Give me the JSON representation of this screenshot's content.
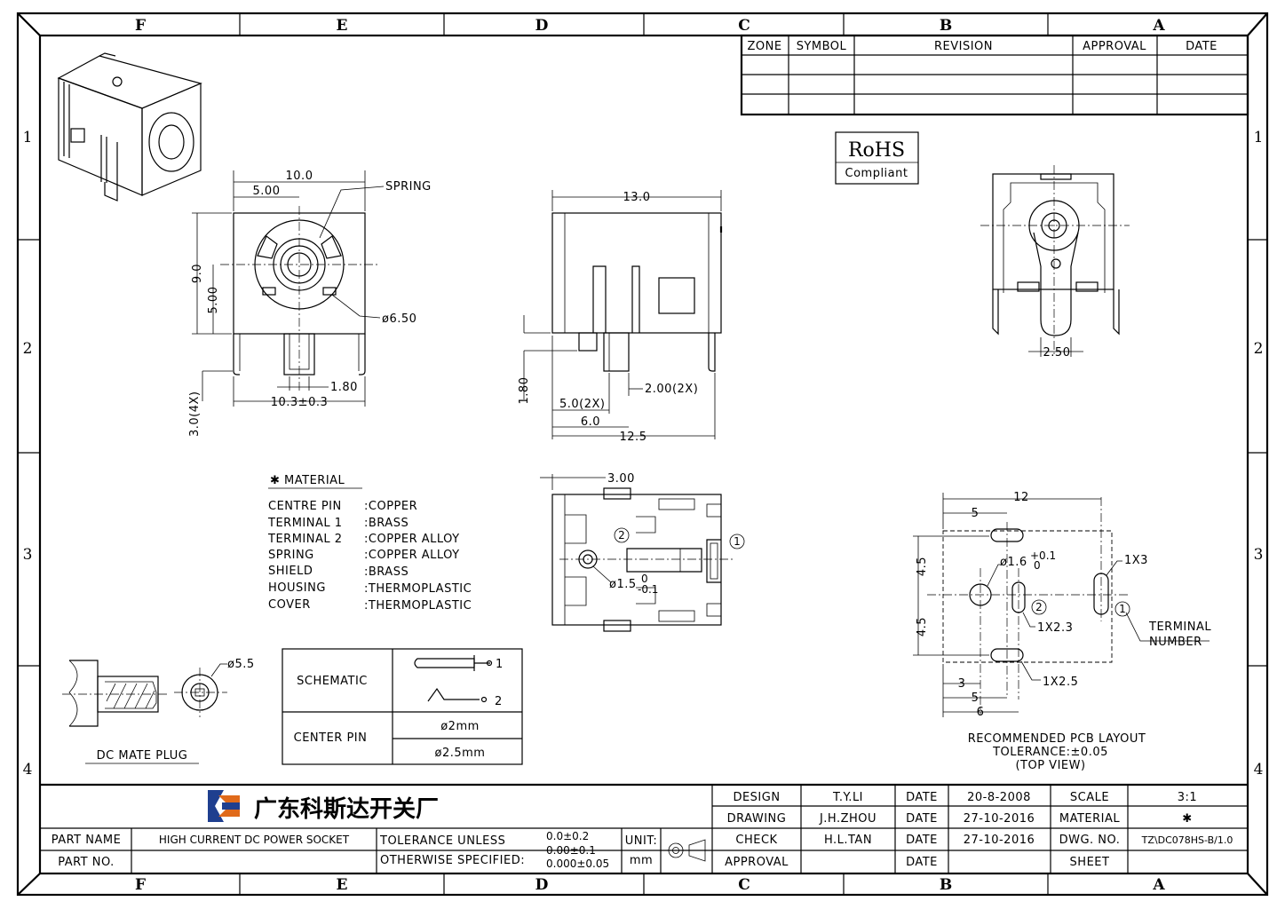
{
  "frame": {
    "zones_h": [
      "F",
      "E",
      "D",
      "C",
      "B",
      "A"
    ],
    "zones_v": [
      "1",
      "2",
      "3",
      "4"
    ]
  },
  "revision_table": {
    "headers": [
      "ZONE",
      "SYMBOL",
      "REVISION",
      "APPROVAL",
      "DATE"
    ]
  },
  "rohs": {
    "title": "RoHS",
    "subtitle": "Compliant"
  },
  "front_view": {
    "dim_width": "10.0",
    "dim_half_width": "5.00",
    "dim_height": "9.0",
    "dim_half_height": "5.00",
    "spring_label": "SPRING",
    "dia_label": "ø6.50",
    "pin_dim": "1.80",
    "bottom_dim": "10.3±0.3",
    "side_dim": "3.0(4X)"
  },
  "side_view": {
    "dim_top": "13.0",
    "dim_1_80": "1.80",
    "dim_2x": "2.00(2X)",
    "dim_5x": "5.0(2X)",
    "dim_6": "6.0",
    "dim_12_5": "12.5"
  },
  "rear_view": {
    "dim": "2.50"
  },
  "bottom_view": {
    "dim_top": "3.00",
    "hole_label": "ø1.5",
    "tol_upper": "0",
    "tol_lower": "-0.1",
    "marker_1": "1",
    "marker_2": "2"
  },
  "material": {
    "title": "✱ MATERIAL",
    "items": [
      {
        "part": "CENTRE PIN",
        "value": ":COPPER"
      },
      {
        "part": "TERMINAL 1",
        "value": ":BRASS"
      },
      {
        "part": "TERMINAL 2",
        "value": ":COPPER ALLOY"
      },
      {
        "part": "SPRING",
        "value": ":COPPER ALLOY"
      },
      {
        "part": "SHIELD",
        "value": ":BRASS"
      },
      {
        "part": "HOUSING",
        "value": ":THERMOPLASTIC"
      },
      {
        "part": "COVER",
        "value": ":THERMOPLASTIC"
      }
    ]
  },
  "mate_plug": {
    "label": "DC MATE PLUG",
    "dia": "ø5.5"
  },
  "schematic_table": {
    "row1_label": "SCHEMATIC",
    "pin1": "1",
    "pin2": "2",
    "row2_label": "CENTER PIN",
    "opt1": "ø2mm",
    "opt2": "ø2.5mm"
  },
  "pcb": {
    "dim_12": "12",
    "dim_5_top": "5",
    "dim_4_5a": "4.5",
    "dim_4_5b": "4.5",
    "dia_label": "ø1.6",
    "dia_tol_upper": "+0.1",
    "dia_tol_lower": "0",
    "slot_1x3": "1X3",
    "slot_1x2_3": "1X2.3",
    "slot_1x2_5": "1X2.5",
    "dim_3": "3",
    "dim_5_bot": "5",
    "dim_6": "6",
    "terminal_label_1": "TERMINAL",
    "terminal_label_2": "NUMBER",
    "marker_1": "1",
    "marker_2": "2",
    "caption_1": "RECOMMENDED PCB LAYOUT",
    "caption_2": "TOLERANCE:±0.05",
    "caption_3": "(TOP VIEW)"
  },
  "title_block": {
    "company": "广东科斯达开关厂",
    "part_name_label": "PART NAME",
    "part_name": "HIGH CURRENT DC POWER SOCKET",
    "part_no_label": "PART NO.",
    "part_no": "",
    "tol_label_1": "TOLERANCE UNLESS",
    "tol_label_2": "OTHERWISE SPECIFIED:",
    "tol_1": "0.0±0.2",
    "tol_2": "0.00±0.1",
    "tol_3": "0.000±0.05",
    "unit_label": "UNIT:",
    "unit": "mm",
    "design_label": "DESIGN",
    "design_by": "T.Y.LI",
    "design_date_label": "DATE",
    "design_date": "20-8-2008",
    "drawing_label": "DRAWING",
    "drawing_by": "J.H.ZHOU",
    "drawing_date_label": "DATE",
    "drawing_date": "27-10-2016",
    "check_label": "CHECK",
    "check_by": "H.L.TAN",
    "check_date_label": "DATE",
    "check_date": "27-10-2016",
    "approval_label": "APPROVAL",
    "approval_by": "",
    "approval_date_label": "DATE",
    "approval_date": "",
    "scale_label": "SCALE",
    "scale": "3:1",
    "material_label": "MATERIAL",
    "material": "✱",
    "dwg_label": "DWG. NO.",
    "dwg_no": "TZ\\DC078HS-B/1.0",
    "sheet_label": "SHEET",
    "sheet": ""
  }
}
